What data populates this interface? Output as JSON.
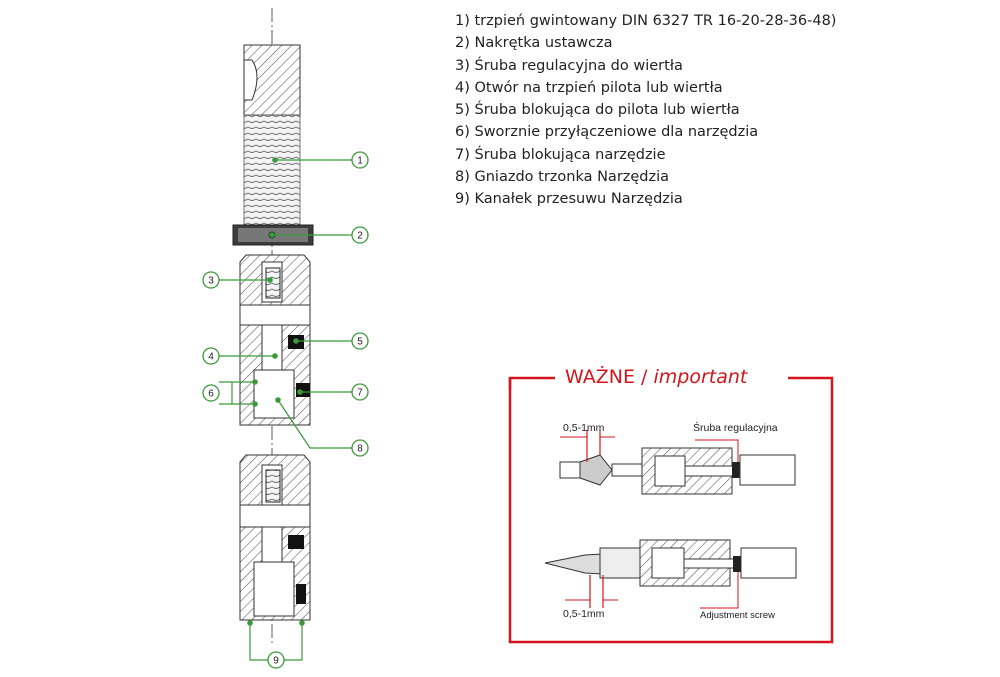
{
  "legend": [
    "1) trzpień gwintowany DIN 6327 TR 16-20-28-36-48)",
    "2) Nakrętka ustawcza",
    "3) Śruba regulacyjna do wiertła",
    "4) Otwór na trzpień pilota lub wiertła",
    "5) Śruba blokująca do pilota lub wiertła",
    "6) Sworznie przyłączeniowe dla narzędzia",
    "7) Śruba blokująca narzędzie",
    "8) Gniazdo trzonka Narzędzia",
    "9) Kanałek przesuwu Narzędzia"
  ],
  "callouts": [
    "1",
    "2",
    "3",
    "4",
    "5",
    "6",
    "7",
    "8",
    "9"
  ],
  "important": {
    "title_main": "WAŻNE / ",
    "title_italic": "important",
    "gap_label_top": "0,5-1mm",
    "gap_label_bottom": "0,5-1mm",
    "screw_label_pl": "Śruba regulacyjna",
    "screw_label_en": "Adjustment screw"
  },
  "colors": {
    "accent_red": "#d4151b",
    "callout_green": "#3a9a3a",
    "hatch": "#555555"
  }
}
